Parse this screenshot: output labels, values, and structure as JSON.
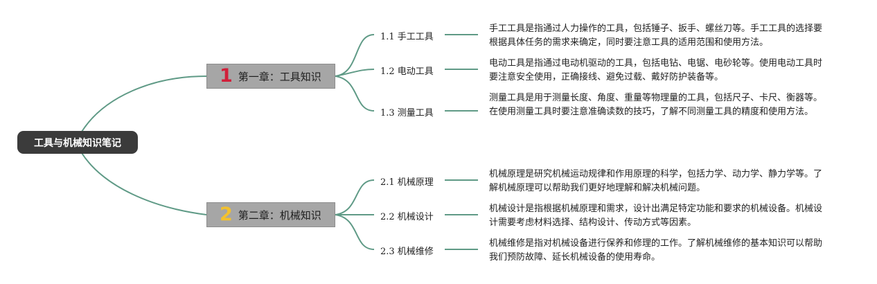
{
  "root": {
    "label": "工具与机械知识笔记"
  },
  "colors": {
    "link": "#5f9a86",
    "root_bg": "#3b3b3b",
    "chapter_bg": "#a6a6a6",
    "num1": "#d11f3a",
    "num2": "#f3c12e"
  },
  "chapters": [
    {
      "num": "1",
      "label": "第一章：工具知识",
      "items": [
        {
          "label": "1.1 手工工具",
          "desc": "手工工具是指通过人力操作的工具，包括锤子、扳手、螺丝刀等。手工工具的选择要根据具体任务的需求来确定，同时要注意工具的适用范围和使用方法。"
        },
        {
          "label": "1.2 电动工具",
          "desc": "电动工具是指通过电动机驱动的工具，包括电钻、电锯、电砂轮等。使用电动工具时要注意安全使用，正确接线、避免过载、戴好防护装备等。"
        },
        {
          "label": "1.3 测量工具",
          "desc": "测量工具是用于测量长度、角度、重量等物理量的工具，包括尺子、卡尺、衡器等。在使用测量工具时要注意准确读数的技巧，了解不同测量工具的精度和使用方法。"
        }
      ]
    },
    {
      "num": "2",
      "label": "第二章：机械知识",
      "items": [
        {
          "label": "2.1 机械原理",
          "desc": "机械原理是研究机械运动规律和作用原理的科学，包括力学、动力学、静力学等。了解机械原理可以帮助我们更好地理解和解决机械问题。"
        },
        {
          "label": "2.2 机械设计",
          "desc": "机械设计是指根据机械原理和需求，设计出满足特定功能和要求的机械设备。机械设计需要考虑材料选择、结构设计、传动方式等因素。"
        },
        {
          "label": "2.3 机械维修",
          "desc": "机械维修是指对机械设备进行保养和修理的工作。了解机械维修的基本知识可以帮助我们预防故障、延长机械设备的使用寿命。"
        }
      ]
    }
  ]
}
